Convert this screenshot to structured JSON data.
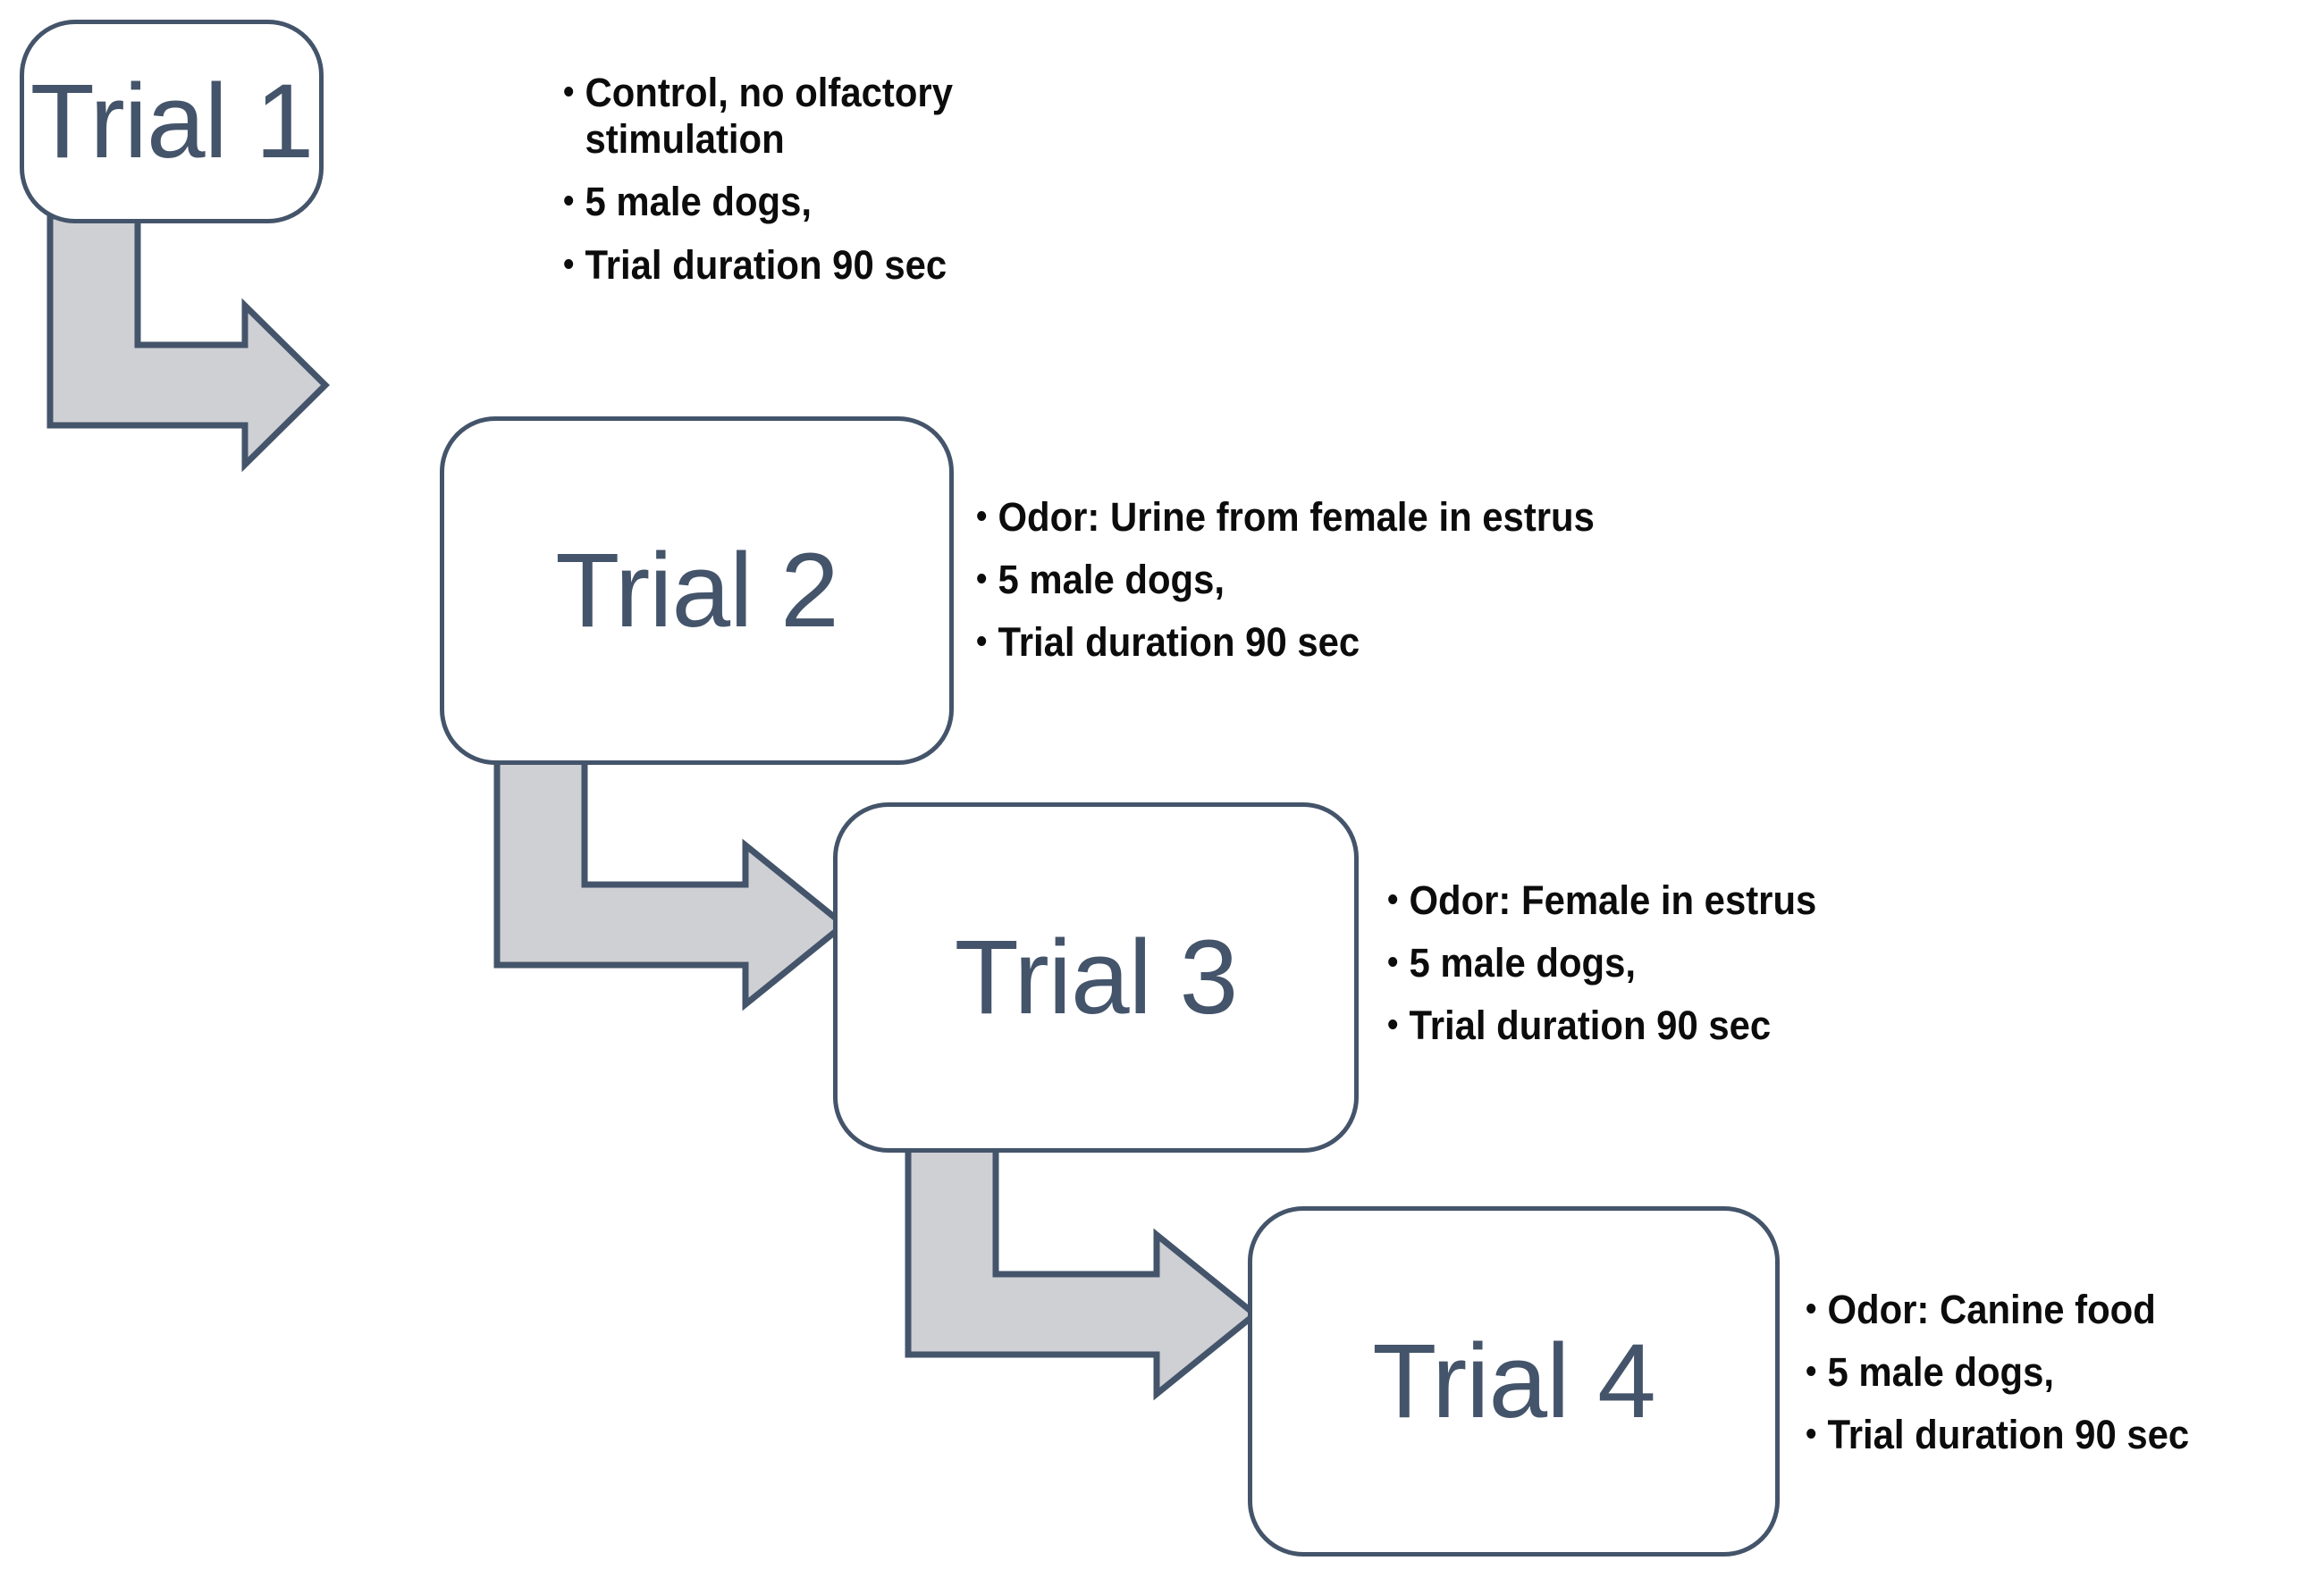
{
  "diagram": {
    "title": "Experimental trial sequence flowchart",
    "colors": {
      "box_border": "#44546A",
      "box_label_text": "#44546A",
      "box_fill": "#FFFFFF",
      "arrow_fill": "#CFD0D4",
      "arrow_border": "#44546A",
      "bullet_text": "#0C0C0C",
      "background": "#FFFFFF"
    },
    "steps": [
      {
        "id": "trial-1",
        "label": "Trial 1",
        "bullets": [
          "Control, no olfactory stimulation",
          "5 male dogs,",
          "Trial duration 90 sec"
        ]
      },
      {
        "id": "trial-2",
        "label": "Trial 2",
        "bullets": [
          "Odor: Urine from female in estrus",
          "5 male dogs,",
          "Trial duration 90 sec"
        ]
      },
      {
        "id": "trial-3",
        "label": "Trial 3",
        "bullets": [
          "Odor: Female in estrus",
          "5 male dogs,",
          "Trial duration 90 sec"
        ]
      },
      {
        "id": "trial-4",
        "label": "Trial 4",
        "bullets": [
          "Odor: Canine food",
          "5 male dogs,",
          "Trial duration 90 sec"
        ]
      }
    ],
    "connectors": [
      {
        "id": "arrow-1-2",
        "icon": "elbow-arrow-icon",
        "from": "trial-1",
        "to": "trial-2"
      },
      {
        "id": "arrow-2-3",
        "icon": "elbow-arrow-icon",
        "from": "trial-2",
        "to": "trial-3"
      },
      {
        "id": "arrow-3-4",
        "icon": "elbow-arrow-icon",
        "from": "trial-3",
        "to": "trial-4"
      }
    ],
    "bullet_glyph": "•"
  }
}
